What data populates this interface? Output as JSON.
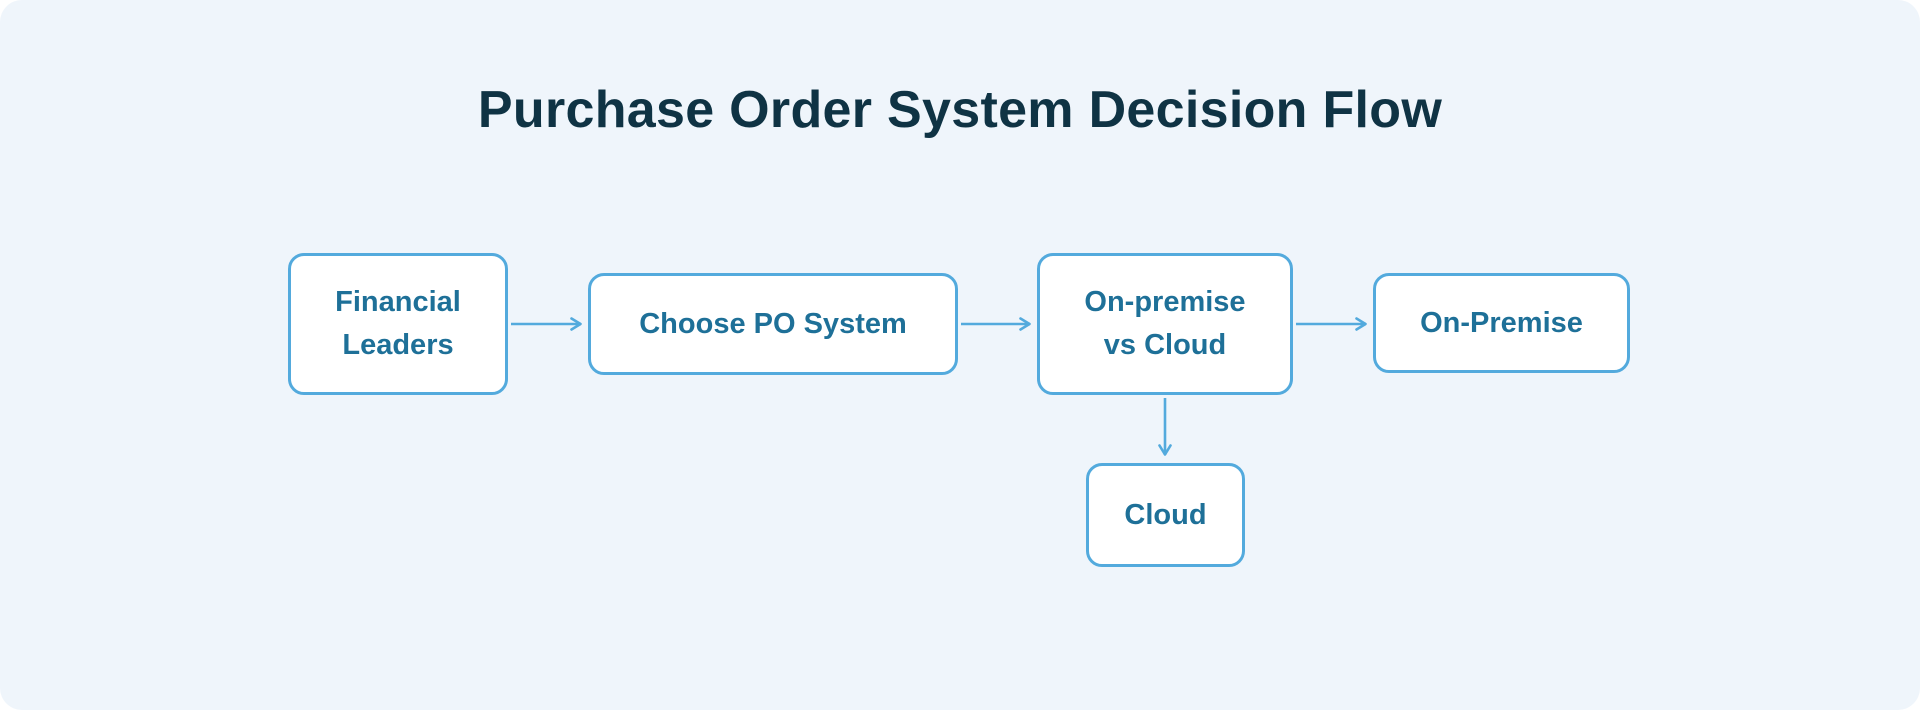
{
  "title": "Purchase Order System Decision Flow",
  "diagram": {
    "nodes": [
      {
        "id": "financial-leaders",
        "label": "Financial\nLeaders"
      },
      {
        "id": "choose-po-system",
        "label": "Choose PO System"
      },
      {
        "id": "on-premise-vs-cloud",
        "label": "On-premise\nvs Cloud"
      },
      {
        "id": "on-premise",
        "label": "On-Premise"
      },
      {
        "id": "cloud",
        "label": "Cloud"
      }
    ],
    "edges": [
      {
        "from": "financial-leaders",
        "to": "choose-po-system",
        "direction": "right"
      },
      {
        "from": "choose-po-system",
        "to": "on-premise-vs-cloud",
        "direction": "right"
      },
      {
        "from": "on-premise-vs-cloud",
        "to": "on-premise",
        "direction": "right"
      },
      {
        "from": "on-premise-vs-cloud",
        "to": "cloud",
        "direction": "down"
      }
    ]
  },
  "colors": {
    "canvas_background": "#EFF5FB",
    "node_fill": "#FFFFFF",
    "node_border": "#53AADD",
    "node_text": "#1E7098",
    "title_text": "#0F3344",
    "arrow": "#53AADD"
  }
}
